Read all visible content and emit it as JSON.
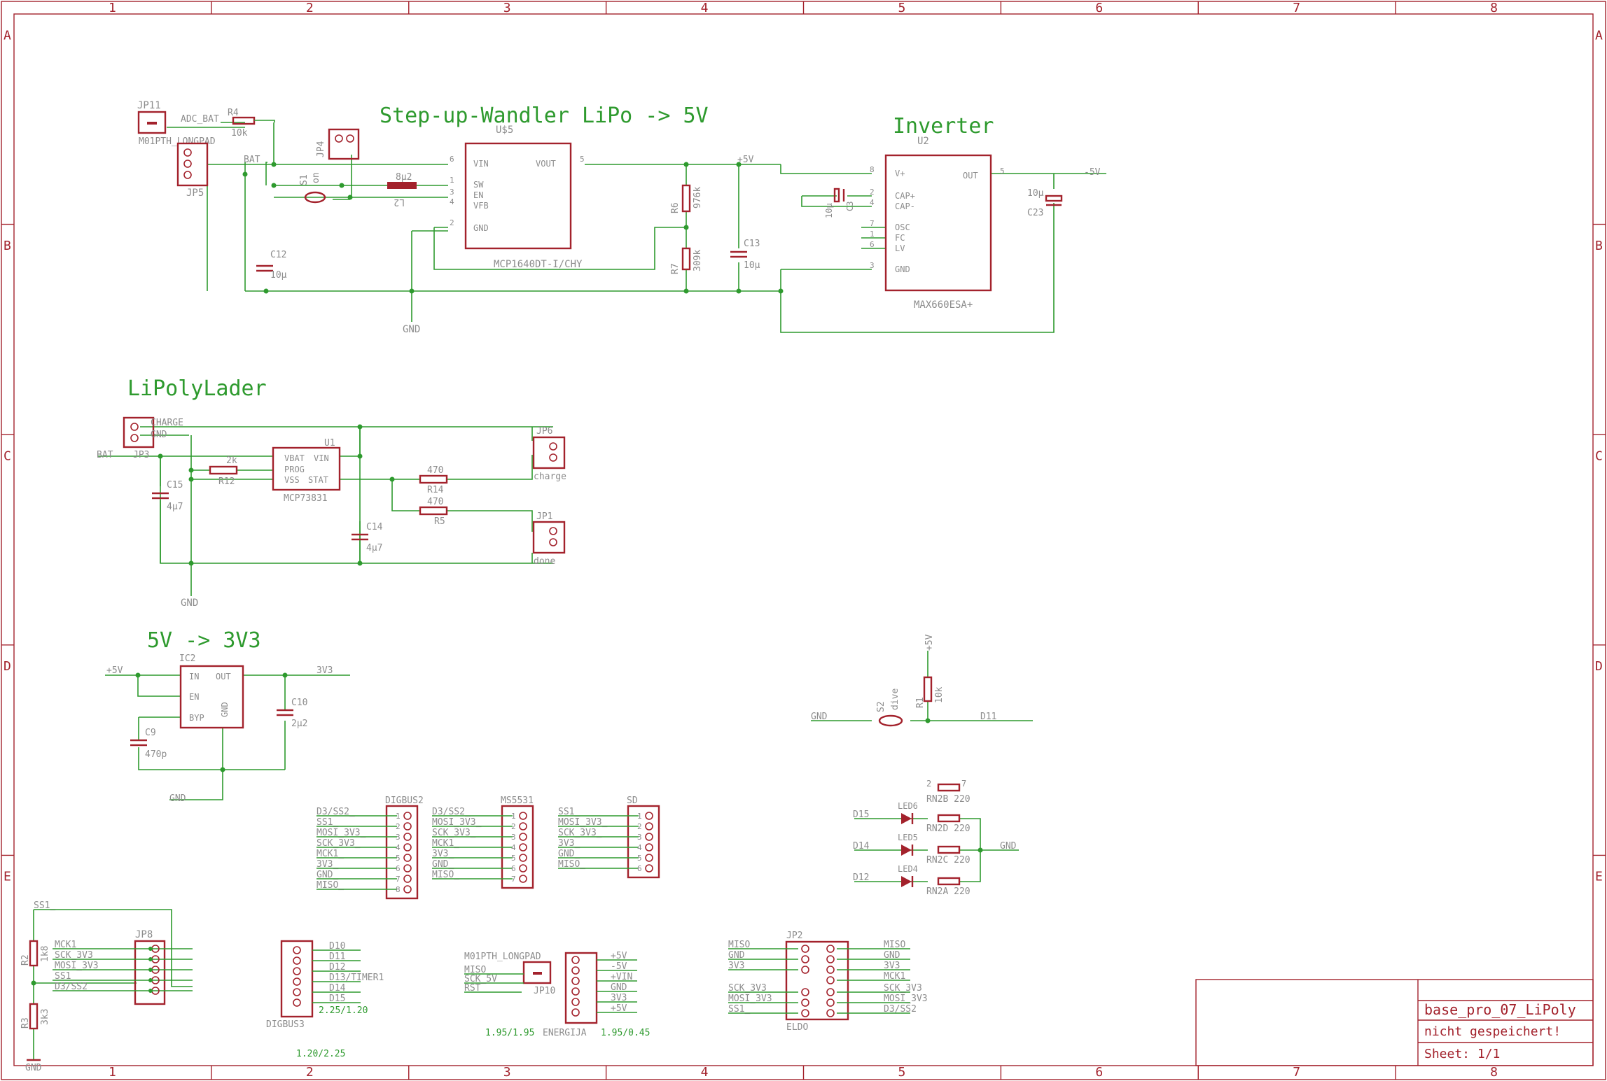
{
  "frame": {
    "columns": [
      "1",
      "2",
      "3",
      "4",
      "5",
      "6",
      "7",
      "8"
    ],
    "rows": [
      "A",
      "B",
      "C",
      "D",
      "E"
    ]
  },
  "headings": {
    "stepup": "Step-up-Wandler LiPo -> 5V",
    "inverter": "Inverter",
    "charger": "LiPolyLader",
    "ldo": "5V -> 3V3"
  },
  "stepup": {
    "jp11": "JP11",
    "jp11_type": "M01PTH_LONGPAD",
    "r4": "R4",
    "r4_val": "10k",
    "adc": "ADC_BAT",
    "bat": "BAT",
    "jp5": "JP5",
    "jp4": "JP4",
    "s1": "S1",
    "s1_val": "on",
    "l2_val": "8µ2",
    "l2": "L2",
    "c12": "C12",
    "c12_val": "10µ",
    "gnd": "GND",
    "ic": "U$5",
    "ic_part": "MCP1640DT-I/CHY",
    "pins": [
      "VIN",
      "SW",
      "EN",
      "VFB",
      "GND",
      "VOUT"
    ],
    "pin_nums": [
      "6",
      "1",
      "3",
      "4",
      "2",
      "5"
    ],
    "r6": "R6",
    "r6_val": "976k",
    "r7": "R7",
    "r7_val": "309k",
    "c13": "C13",
    "c13_val": "10µ",
    "net5v": "+5V"
  },
  "inverter": {
    "ic": "U2",
    "ic_part": "MAX660ESA+",
    "pins_left": [
      "V+",
      "CAP+",
      "CAP-",
      "OSC",
      "FC",
      "LV",
      "GND"
    ],
    "pin_nums_left": [
      "8",
      "2",
      "4",
      "7",
      "1",
      "6",
      "3"
    ],
    "pin_out": "OUT",
    "pin_out_num": "5",
    "c3": "C3",
    "c3_val": "10µ",
    "c23": "C23",
    "c23_val": "10µ",
    "net_neg5": "-5V"
  },
  "charger": {
    "jp3": "JP3",
    "charge": "CHARGE",
    "gnd_lbl": "GND",
    "bat": "BAT",
    "r12": "R12",
    "r12_val": "2k",
    "ic": "U1",
    "ic_part": "MCP73831",
    "pins": [
      "VBAT",
      "VIN",
      "PROG",
      "VSS",
      "STAT"
    ],
    "c15": "C15",
    "c15_val": "4µ7",
    "c14": "C14",
    "c14_val": "4µ7",
    "r14": "R14",
    "r14_val": "470",
    "r5": "R5",
    "r5_val": "470",
    "jp6": "JP6",
    "jp6_lbl": "charge",
    "jp1": "JP1",
    "jp1_lbl": "done",
    "gnd": "GND"
  },
  "ldo": {
    "ic": "IC2",
    "pins": [
      "IN",
      "EN",
      "BYP",
      "OUT",
      "GND"
    ],
    "net_in": "+5V",
    "net_out": "3V3",
    "c9": "C9",
    "c9_val": "470p",
    "c10": "C10",
    "c10_val": "2µ2",
    "gnd": "GND"
  },
  "button": {
    "r1": "R1",
    "r1_val": "10k",
    "s2": "S2",
    "s2_val": "dive",
    "net5v": "+5V",
    "gnd": "GND",
    "d11": "D11"
  },
  "digbus2": {
    "name": "DIGBUS2",
    "pins": [
      "D3/SS2_",
      "SS1_",
      "MOSI_3V3_",
      "SCK_3V3_",
      "MCK1_",
      "3V3_",
      "GND_",
      "MISO_"
    ]
  },
  "ms5531": {
    "name": "MS5531",
    "pins": [
      "D3/SS2_",
      "MOSI_3V3_",
      "SCK_3V3_",
      "MCK1_",
      "3V3_",
      "GND_",
      "MISO_"
    ]
  },
  "sd": {
    "name": "SD",
    "pins": [
      "SS1_",
      "MOSI_3V3_",
      "SCK_3V3_",
      "3V3_",
      "GND_",
      "MISO_"
    ]
  },
  "leds": {
    "items": [
      {
        "net": "D15",
        "led": "LED6",
        "rn": "RN2B 220",
        "rn_alt": "RN2D 220"
      },
      {
        "net": "D14",
        "led": "LED5",
        "rn": "RN2C 220"
      },
      {
        "net": "D12",
        "led": "LED4",
        "rn": "RN2A 220"
      }
    ],
    "gnd": "GND"
  },
  "jp8": {
    "name": "JP8",
    "r2": "R2",
    "r2_val": "1k8",
    "r3": "R3",
    "r3_val": "3k3",
    "ss1": "SS1_",
    "gnd": "GND",
    "pins": [
      "MCK1",
      "SCK_3V3",
      "MOSI_3V3",
      "SS1",
      "D3/SS2"
    ]
  },
  "digbus3": {
    "name": "DIGBUS3",
    "pins": [
      "D10",
      "D11",
      "D12",
      "D13/TIMER1",
      "D14",
      "D15"
    ],
    "note": "2.25/1.20"
  },
  "energija": {
    "name": "ENERGIJA",
    "jp10": "JP10",
    "jp10_type": "M01PTH_LONGPAD",
    "left": [
      "MISO",
      "SCK_5V",
      "RST"
    ],
    "right": [
      "+5V",
      "-5V",
      "+VIN",
      "GND",
      "3V3",
      "+5V"
    ],
    "note_left": "1.95/1.95",
    "note_right": "1.95/0.45"
  },
  "eldo": {
    "name": "ELDO",
    "jp2": "JP2",
    "left": [
      "MISO",
      "GND",
      "3V3",
      "SCK_3V3",
      "MOSI_3V3",
      "SS1_"
    ],
    "right": [
      "MISO",
      "GND",
      "3V3",
      "MCK1",
      "SCK_3V3",
      "MOSI_3V3",
      "D3/SS2"
    ]
  },
  "note_bottom": "1.20/2.25",
  "titleblock": {
    "name": "base_pro_07_LiPoly",
    "status": "nicht gespeichert!",
    "sheet": "Sheet: 1/1"
  },
  "colors": {
    "frame": "#a3222c",
    "wire": "#2e9a2e",
    "label": "#8c8c8c"
  }
}
